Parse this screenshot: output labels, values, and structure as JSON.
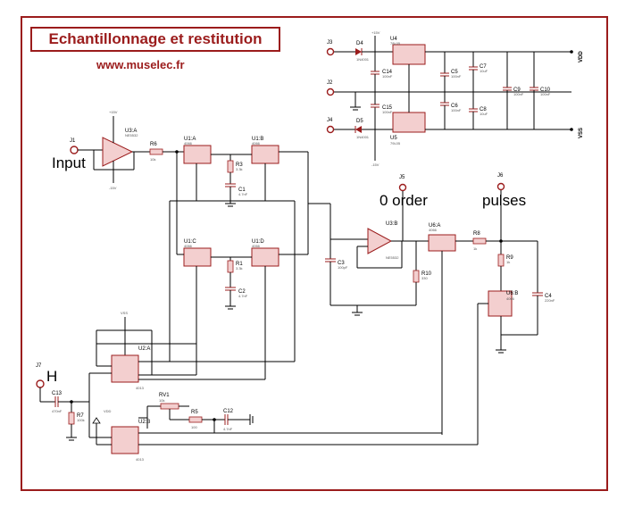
{
  "header": {
    "title": "Echantillonnage et restitution",
    "website": "www.muselec.fr"
  },
  "annotations": {
    "input": "Input",
    "zero_order": "0 order",
    "pulses": "pulses",
    "h": "H"
  },
  "components": {
    "j1": "J1",
    "j3": "J3",
    "j2": "J2",
    "j4": "J4",
    "j5": "J5",
    "j6": "J6",
    "j7": "J7",
    "d4": "D4",
    "d4v": "1N4001",
    "d5": "D5",
    "d5v": "1N4001",
    "u4": "U4",
    "u4v": "78L05",
    "u5": "U5",
    "u5v": "79L05",
    "c14": "C14",
    "c14v": "100nF",
    "c15": "C15",
    "c15v": "100nF",
    "c5": "C5",
    "c5v": "100nF",
    "c6": "C6",
    "c6v": "100nF",
    "c7": "C7",
    "c7v": "10uF",
    "c8": "C8",
    "c8v": "10uF",
    "c9": "C9",
    "c9v": "100nF",
    "c10": "C10",
    "c10v": "100nF",
    "vdd": "VDD",
    "vss": "VSS",
    "u3a": "U3:A",
    "u3av": "NE5532",
    "r6": "R6",
    "r6v": "10k",
    "u1a": "U1:A",
    "u1av": "4066",
    "u1b": "U1:B",
    "u1bv": "4066",
    "u1c": "U1:C",
    "u1cv": "4066",
    "u1d": "U1:D",
    "u1dv": "4066",
    "r3": "R3",
    "r3v": "3.3k",
    "c1": "C1",
    "c1v": "4.7nF",
    "r1": "R1",
    "r1v": "3.3k",
    "c2": "C2",
    "c2v": "4.7nF",
    "u3b": "U3:B",
    "u3bv": "NE5532",
    "c3": "C3",
    "c3v": "100pF",
    "r10": "R10",
    "r10v": "330",
    "u6a": "U6:A",
    "u6av": "4066",
    "r8": "R8",
    "r8v": "1k",
    "r9": "R9",
    "r9v": "1k",
    "u6b": "U6:B",
    "u6bv": "4066",
    "c4": "C4",
    "c4v": "220nF",
    "vss2": "VSS",
    "u2a": "U2:A",
    "u2av": "4013",
    "u2b": "U2:B",
    "u2bv": "4013",
    "vdd2": "VDD",
    "c13": "C13",
    "c13v": "470nF",
    "r7": "R7",
    "r7v": "100k",
    "rv1": "RV1",
    "rv1v": "10k",
    "r5": "R5",
    "r5v": "100",
    "c12": "C12",
    "c12v": "4.7nF",
    "p15": "+15V",
    "m15": "-15V"
  }
}
